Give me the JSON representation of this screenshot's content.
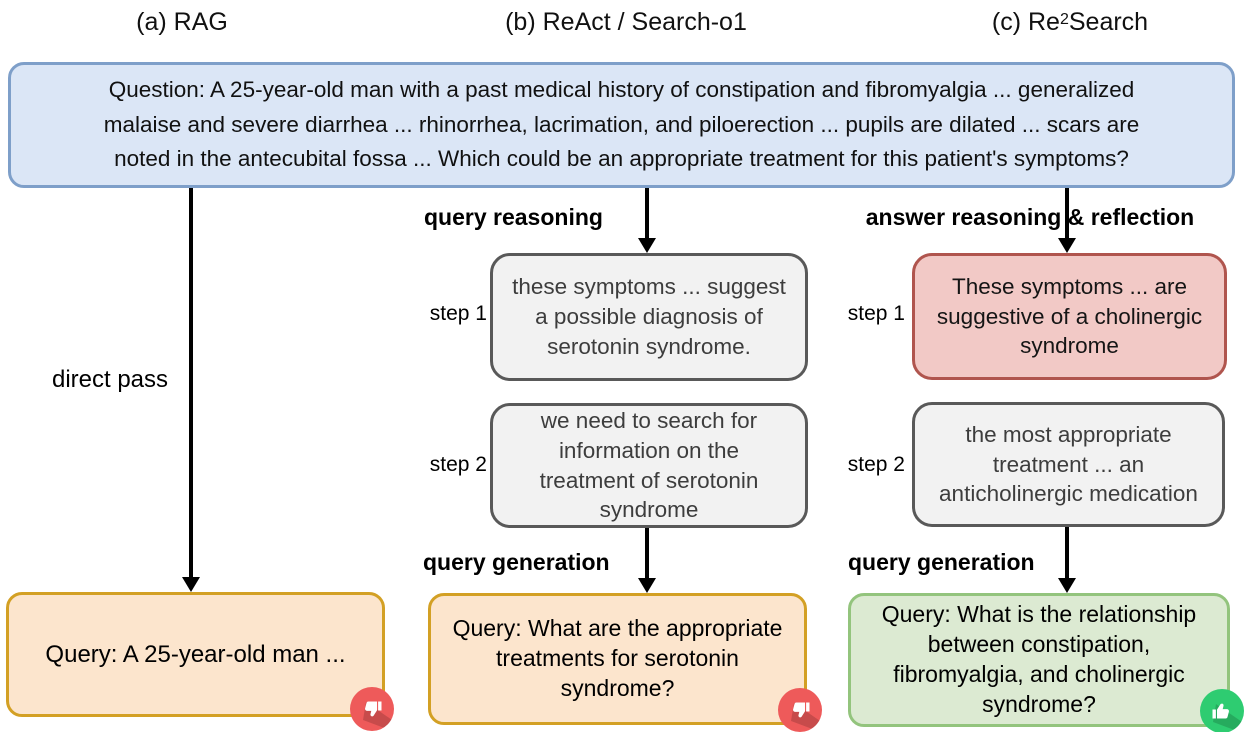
{
  "headers": {
    "a": "(a) RAG",
    "b": "(b) ReAct / Search-o1",
    "c_prefix": "(c) Re",
    "c_sup": "2",
    "c_suffix": "Search"
  },
  "question": {
    "text": "Question: A 25-year-old man with a past medical history of constipation and fibromyalgia ... generalized\nmalaise and severe diarrhea ... rhinorrhea, lacrimation, and piloerection ... pupils are dilated ... scars are\nnoted in the antecubital fossa ... Which could be an appropriate treatment for this patient's symptoms?"
  },
  "columns": {
    "a": {
      "edge_label": "direct pass",
      "query": "Query: A 25-year-old man ...",
      "verdict": "thumbs-down"
    },
    "b": {
      "top_label": "query reasoning",
      "steps": [
        {
          "label": "step 1",
          "text": "these symptoms ... suggest\na possible diagnosis of\nserotonin syndrome."
        },
        {
          "label": "step 2",
          "text": "we need to search for\ninformation on the\ntreatment of serotonin\nsyndrome"
        }
      ],
      "bottom_label": "query generation",
      "query": "Query: What are the appropriate\ntreatments for serotonin\nsyndrome?",
      "verdict": "thumbs-down"
    },
    "c": {
      "top_label": "answer reasoning & reflection",
      "steps": [
        {
          "label": "step 1",
          "text": "These symptoms ... are\nsuggestive of a cholinergic\nsyndrome"
        },
        {
          "label": "step 2",
          "text": "the most appropriate\ntreatment ... an\nanticholinergic medication"
        }
      ],
      "bottom_label": "query generation",
      "query": "Query: What is the relationship\nbetween constipation,\nfibromyalgia, and cholinergic\nsyndrome?",
      "verdict": "thumbs-up"
    }
  },
  "colors": {
    "blue_fill": "#dbe6f6",
    "blue_border": "#7e9fc9",
    "gray_fill": "#f2f2f2",
    "gray_border": "#595959",
    "red_fill": "#f2c9c6",
    "red_border": "#b0554e",
    "orange_fill": "#fce5cd",
    "orange_border": "#d3a024",
    "green_fill": "#dcead2",
    "green_border": "#93c47d",
    "icon_red": "#ee5a5a",
    "icon_green": "#2ecc71",
    "arrow": "#000000"
  }
}
